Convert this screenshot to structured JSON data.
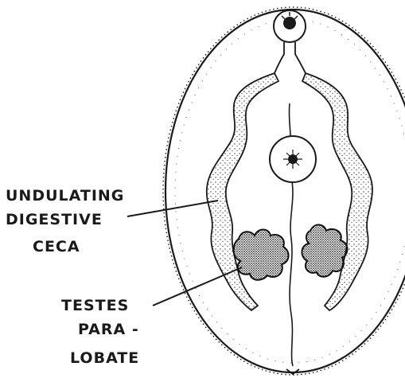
{
  "labels": {
    "ceca": {
      "line1": "UNDULATING",
      "line2": "DIGESTIVE",
      "line3": "CECA"
    },
    "testes": {
      "line1": "TESTES",
      "line2": "PARA -",
      "line3": "LOBATE"
    }
  },
  "colors": {
    "ink": "#1a1a1a",
    "background": "#ffffff"
  }
}
